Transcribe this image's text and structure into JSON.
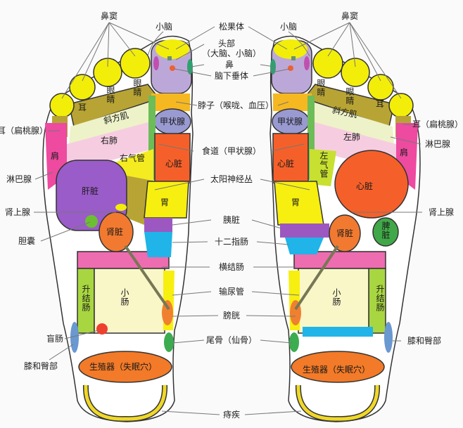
{
  "colors": {
    "toe": "#f2ee0a",
    "toe_base": "#b8a434",
    "head": "#bca8d8",
    "neck": "#f6b820",
    "thyroid": "#9a9ad2",
    "heart": "#f5602a",
    "trapezius": "#eef2c8",
    "lung": "#f6cde0",
    "trachea": "#f4ec20",
    "shoulder": "#ee4aa0",
    "liver": "#9a5cc8",
    "stomach": "#f7ef10",
    "pancreas": "#9c58c0",
    "duodenum": "#20b4e8",
    "kidney": "#f27a30",
    "gallbladder": "#6cc030",
    "transverse_colon": "#ee6cb0",
    "ascending_colon": "#a8d640",
    "small_intestine": "#f9f6c8",
    "cecum": "#ee4030",
    "genitals": "#f27a28",
    "hemorrhoids": "#f0d828",
    "knee_hip": "#6a98d0",
    "spleen": "#40a848",
    "coccyx": "#3cac50",
    "esophagus": "#6cbc58",
    "bladder": "#f08030"
  },
  "labels": {
    "center": {
      "pineal": "松果体",
      "head": "头部",
      "head_sub": "（大脑、小脑）",
      "nose": "鼻",
      "pituitary": "脑下垂体",
      "neck": "脖子（喉咙、血压）",
      "esophagus": "食道（甲状腺）",
      "solar_plexus": "太阳神经丛",
      "pancreas": "胰脏",
      "duodenum": "十二指肠",
      "transverse_colon": "横结肠",
      "ureter": "输尿管",
      "bladder": "膀胱",
      "coccyx": "尾骨（仙骨）",
      "hemorrhoids": "痔疾"
    },
    "left_outer": {
      "sinus": "鼻窦",
      "cerebellum": "小脑",
      "ear_tonsil": "耳（扁桃腺）",
      "lymph": "淋巴腺",
      "adrenal": "肾上腺",
      "gallbladder": "胆囊",
      "cecum": "盲肠",
      "knee_hip": "膝和臀部"
    },
    "right_outer": {
      "sinus": "鼻窦",
      "cerebellum": "小脑",
      "ear_tonsil": "耳（扁桃腺）",
      "lymph": "淋巴腺",
      "adrenal": "肾上腺",
      "knee_hip": "膝和臀部"
    },
    "left_foot": {
      "ear": "耳",
      "eye1": "眼睛",
      "eye2": "眼睛",
      "trapezius": "斜方肌",
      "lung": "右肺",
      "trachea": "右气管",
      "shoulder": "肩",
      "thyroid": "甲状腺",
      "heart": "心脏",
      "liver": "肝脏",
      "stomach": "胃",
      "kidney": "肾脏",
      "ascending_colon": "升结肠",
      "small_intestine": "小肠",
      "genitals": "生殖器（失眠穴）"
    },
    "right_foot": {
      "ear": "耳",
      "eye1": "眼睛",
      "eye2": "眼睛",
      "trapezius": "斜方肌",
      "lung": "左肺",
      "trachea": "左气管",
      "shoulder": "肩",
      "thyroid": "甲状腺",
      "heart_small": "心脏",
      "heart": "心脏",
      "stomach": "胃",
      "kidney": "肾脏",
      "spleen": "脾脏",
      "ascending_colon": "升结肠",
      "small_intestine": "小肠",
      "genitals": "生殖器（失眠穴）"
    }
  }
}
